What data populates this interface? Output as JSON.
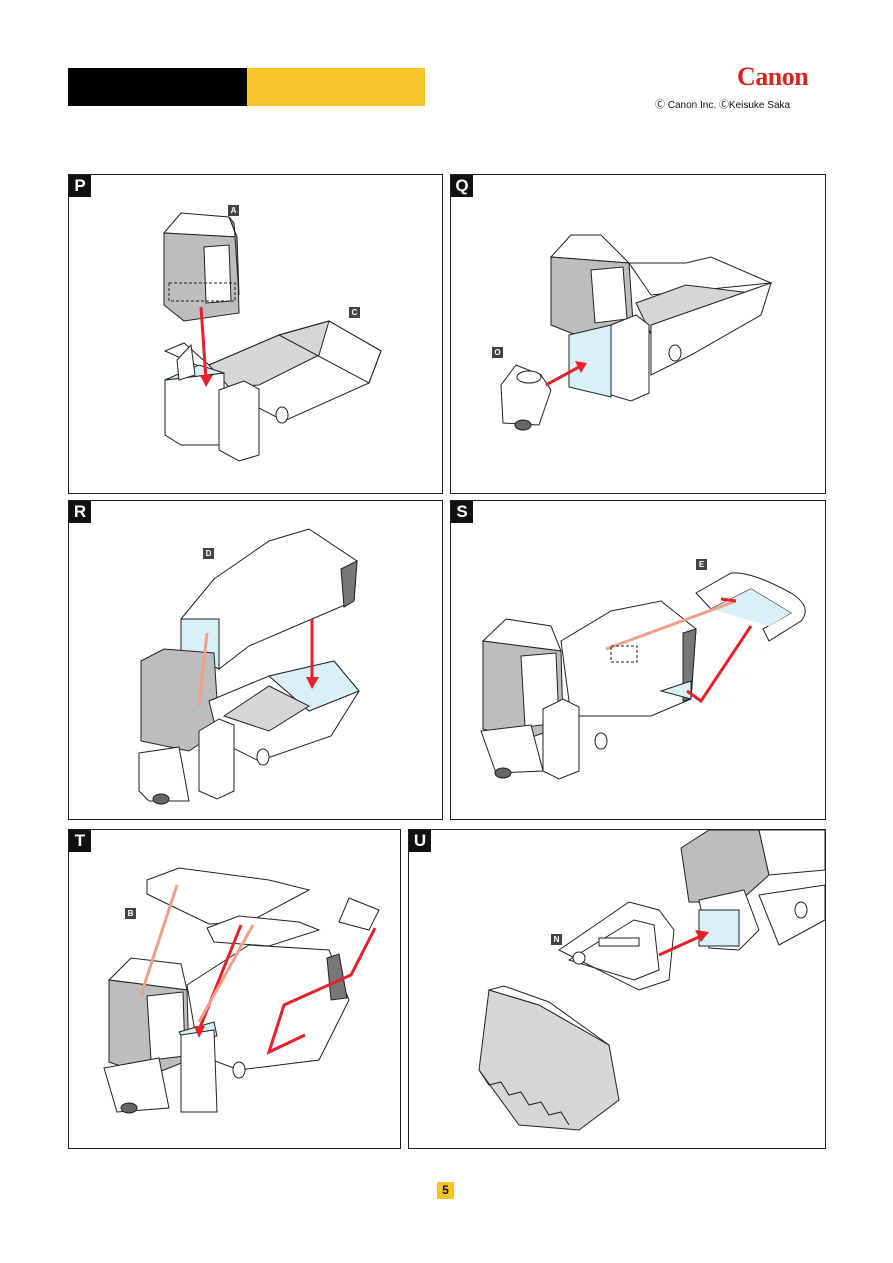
{
  "header": {
    "brand": "Canon",
    "copyright": "Ⓒ Canon Inc.  ⒸKeisuke Saka",
    "bar_colors": [
      "#000000",
      "#f8c42b"
    ]
  },
  "panels": [
    {
      "letter": "P",
      "parts": [
        "A",
        "C"
      ]
    },
    {
      "letter": "Q",
      "parts": [
        "O"
      ]
    },
    {
      "letter": "R",
      "parts": [
        "D"
      ]
    },
    {
      "letter": "S",
      "parts": [
        "E"
      ]
    },
    {
      "letter": "T",
      "parts": [
        "B"
      ]
    },
    {
      "letter": "U",
      "parts": [
        "N"
      ]
    }
  ],
  "colors": {
    "arrow": "#e8202a",
    "arrow_faded": "#f0a08a",
    "glue_area": "#d8f0f6",
    "cab_shade": "#bdbdbd"
  },
  "page_number": "5"
}
